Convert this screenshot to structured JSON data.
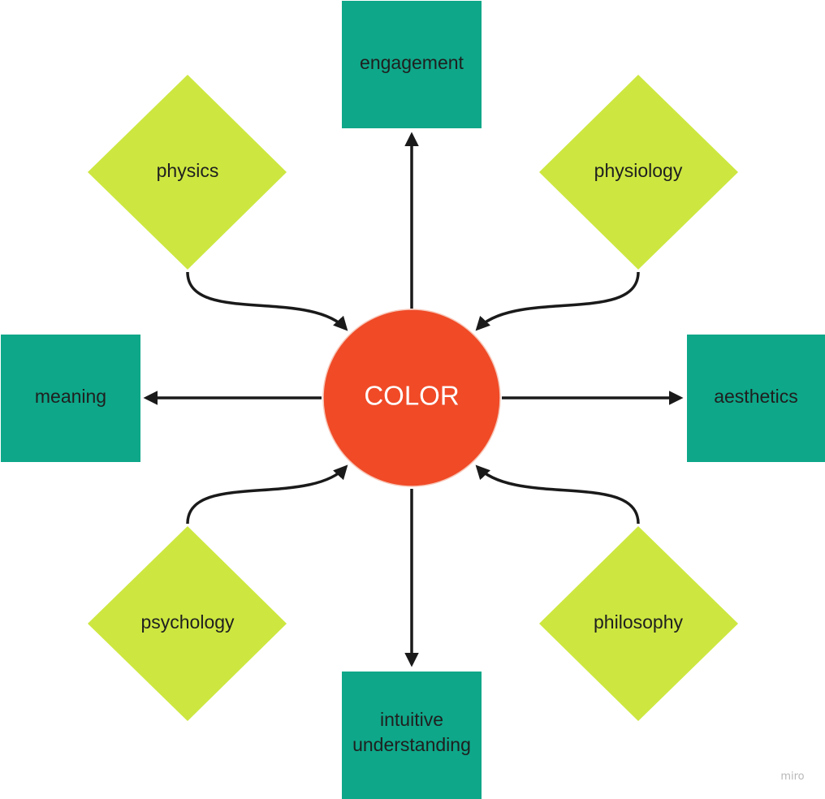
{
  "diagram": {
    "center": {
      "label": "COLOR",
      "color": "#F04A27"
    },
    "outputs": [
      {
        "id": "engagement",
        "lines": [
          "engagement"
        ]
      },
      {
        "id": "aesthetics",
        "lines": [
          "aesthetics"
        ]
      },
      {
        "id": "intuitive-understanding",
        "lines": [
          "intuitive",
          "understanding"
        ]
      },
      {
        "id": "meaning",
        "lines": [
          "meaning"
        ]
      }
    ],
    "inputs": [
      {
        "id": "physics",
        "label": "physics"
      },
      {
        "id": "physiology",
        "label": "physiology"
      },
      {
        "id": "psychology",
        "label": "psychology"
      },
      {
        "id": "philosophy",
        "label": "philosophy"
      }
    ],
    "colors": {
      "output_fill": "#0EA789",
      "input_fill": "#CDE740",
      "edge": "#1A1A1A"
    },
    "watermark": "miro"
  }
}
